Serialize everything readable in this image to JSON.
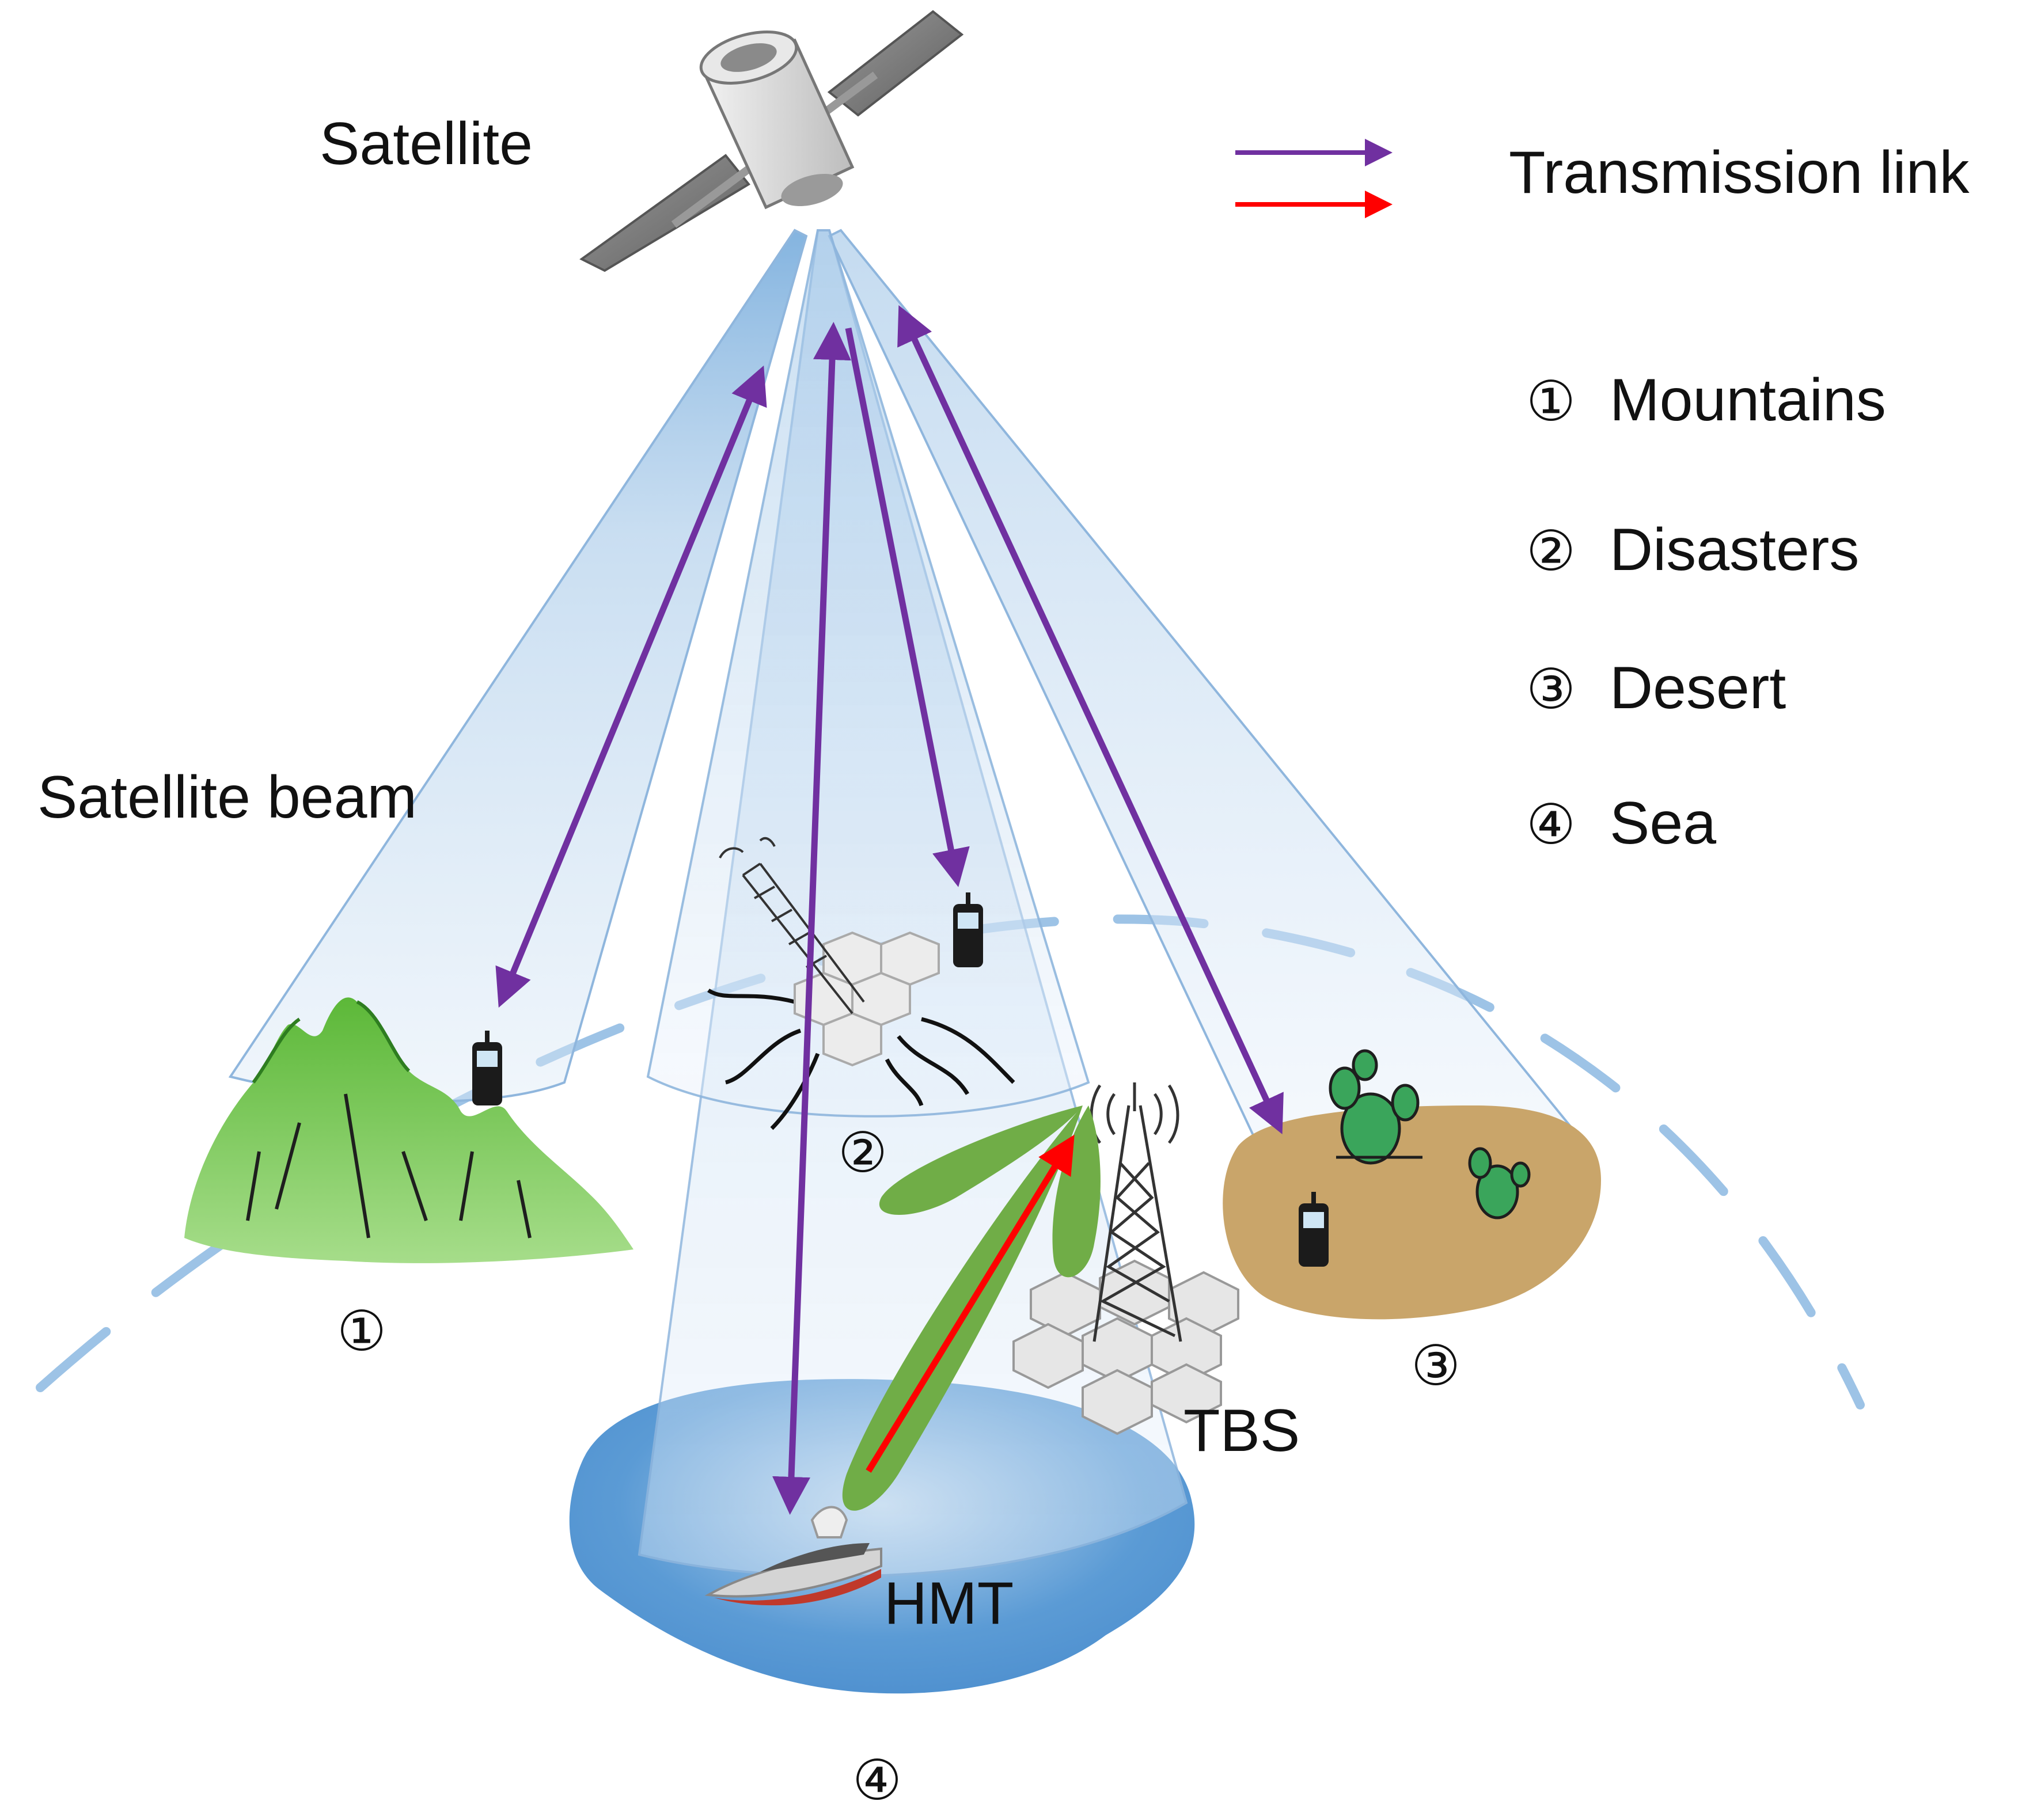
{
  "labels": {
    "satellite": "Satellite",
    "satellite_beam": "Satellite beam",
    "tbs": "TBS",
    "hmt": "HMT",
    "region_1": "①",
    "region_2": "②",
    "region_3": "③",
    "region_4": "④"
  },
  "legend": {
    "transmission_link": "Transmission link",
    "scenarios": [
      {
        "marker": "①",
        "text": "Mountains"
      },
      {
        "marker": "②",
        "text": "Disasters"
      },
      {
        "marker": "③",
        "text": "Desert"
      },
      {
        "marker": "④",
        "text": "Sea"
      }
    ]
  },
  "colors": {
    "satellite_link": "#7030a0",
    "terrestrial_link": "#ff0000",
    "beam": "#9dc3e6",
    "beam_edge": "#8fb6dd",
    "earth_curve": "#9dc3e6",
    "sea": "#5b9bd5",
    "desert": "#c9a56a",
    "mountain": "#6cc24a",
    "tbs_lobe": "#70ad47",
    "cactus": "#3aa55b"
  },
  "icons": [
    "satellite-icon",
    "phone-icon",
    "tower-icon",
    "ship-icon",
    "cactus-icon",
    "crack-icon"
  ]
}
